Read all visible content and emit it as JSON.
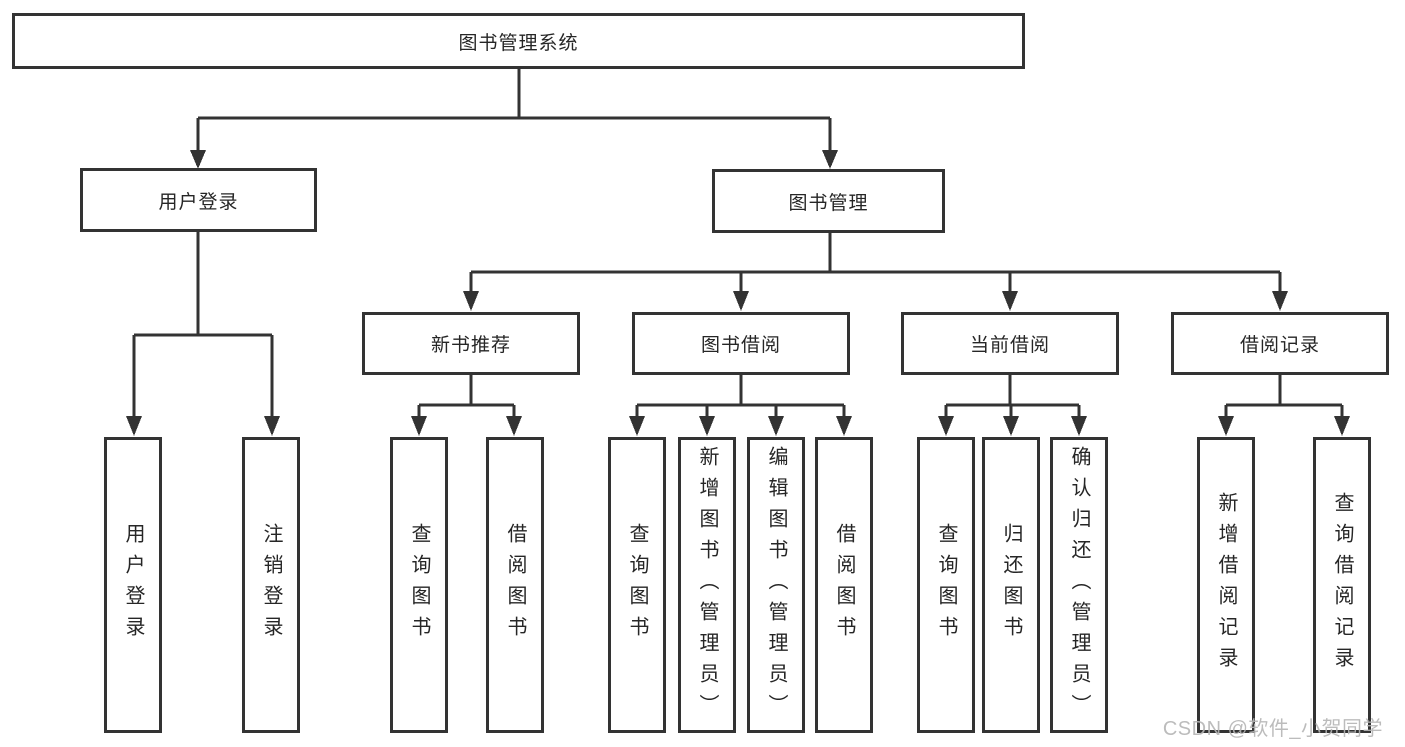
{
  "diagram": {
    "root": {
      "label": "图书管理系统"
    },
    "branches": [
      {
        "label": "用户登录",
        "children": [
          {
            "label": "用户登录"
          },
          {
            "label": "注销登录"
          }
        ]
      },
      {
        "label": "图书管理",
        "groups": [
          {
            "label": "新书推荐",
            "children": [
              {
                "label": "查询图书"
              },
              {
                "label": "借阅图书"
              }
            ]
          },
          {
            "label": "图书借阅",
            "children": [
              {
                "label": "查询图书"
              },
              {
                "label": "新增图书（管理员）"
              },
              {
                "label": "编辑图书（管理员）"
              },
              {
                "label": "借阅图书"
              }
            ]
          },
          {
            "label": "当前借阅",
            "children": [
              {
                "label": "查询图书"
              },
              {
                "label": "归还图书"
              },
              {
                "label": "确认归还（管理员）"
              }
            ]
          },
          {
            "label": "借阅记录",
            "children": [
              {
                "label": "新增借阅记录"
              },
              {
                "label": "查询借阅记录"
              }
            ]
          }
        ]
      }
    ]
  },
  "watermark": {
    "text": "CSDN @软件_小贺同学"
  },
  "colors": {
    "line": "#333333",
    "text": "#262626",
    "watermark": "#b5b5b5",
    "background": "#ffffff"
  }
}
